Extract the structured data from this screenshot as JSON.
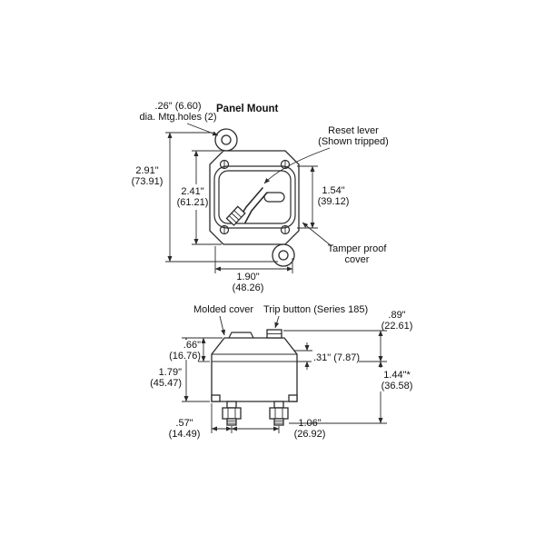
{
  "title": "Panel Mount",
  "top": {
    "mtg_l1": ".26\" (6.60)",
    "mtg_l2": "dia. Mtg.holes (2)",
    "reset_l1": "Reset lever",
    "reset_l2": "(Shown tripped)",
    "tamper_l1": "Tamper proof",
    "tamper_l2": "cover",
    "dims": {
      "overall_height": "2.91\"",
      "overall_height_mm": "(73.91)",
      "body_height": "2.41\"",
      "body_height_mm": "(61.21)",
      "cover_height": "1.54\"",
      "cover_height_mm": "(39.12)",
      "width": "1.90\"",
      "width_mm": "(48.26)"
    }
  },
  "side": {
    "labels": {
      "molded_cover": "Molded cover",
      "trip_button": "Trip button (Series 185)"
    },
    "dims": {
      "button_height": ".89\"",
      "button_height_mm": "(22.61)",
      "cover_height": ".66\"",
      "cover_height_mm": "(16.76)",
      "step": ".31\" (7.87)",
      "overall_height": "1.79\"",
      "overall_height_mm": "(45.47)",
      "body_height": "1.44\"*",
      "body_height_mm": "(36.58)",
      "stud_offset": ".57\"",
      "stud_offset_mm": "(14.49)",
      "stud_spacing": "1.06\"",
      "stud_spacing_mm": "(26.92)"
    }
  }
}
